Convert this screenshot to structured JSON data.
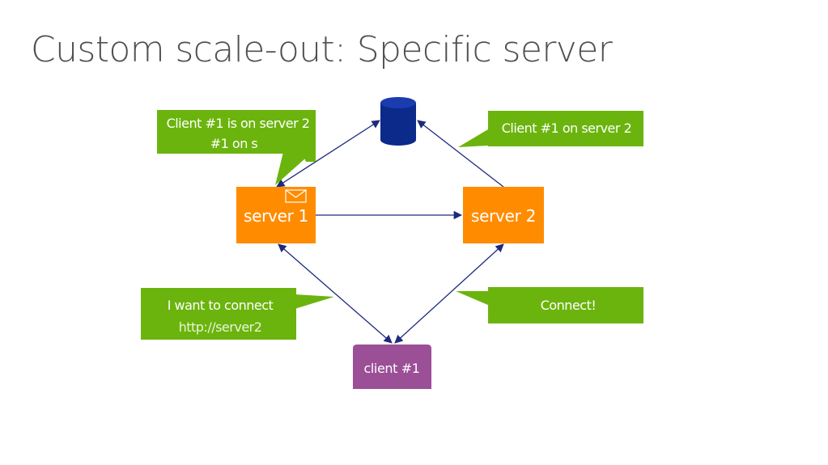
{
  "slide": {
    "title": "Custom scale-out: Specific server"
  },
  "nodes": {
    "database": {
      "label": "",
      "icon": "database-cylinder-icon"
    },
    "server1": {
      "label": "server 1",
      "icon": "envelope-icon"
    },
    "server2": {
      "label": "server 2"
    },
    "client1": {
      "label": "client #1"
    }
  },
  "callouts": {
    "server1_message": {
      "line1": "Client #1 is on server 2",
      "line2": "#1 on s"
    },
    "server2_message": {
      "line1": "Client #1 on server 2"
    },
    "client_request": {
      "line1": "I want to connect",
      "line2": "http://server2"
    },
    "server2_reply": {
      "line1": "Connect!"
    }
  },
  "colors": {
    "title": "#505050",
    "callout_green": "#6bb40d",
    "server_orange": "#ff8c00",
    "database_blue": "#0c2a8a",
    "client_purple": "#9b4f96",
    "arrow_navy": "#1d2a7d"
  }
}
